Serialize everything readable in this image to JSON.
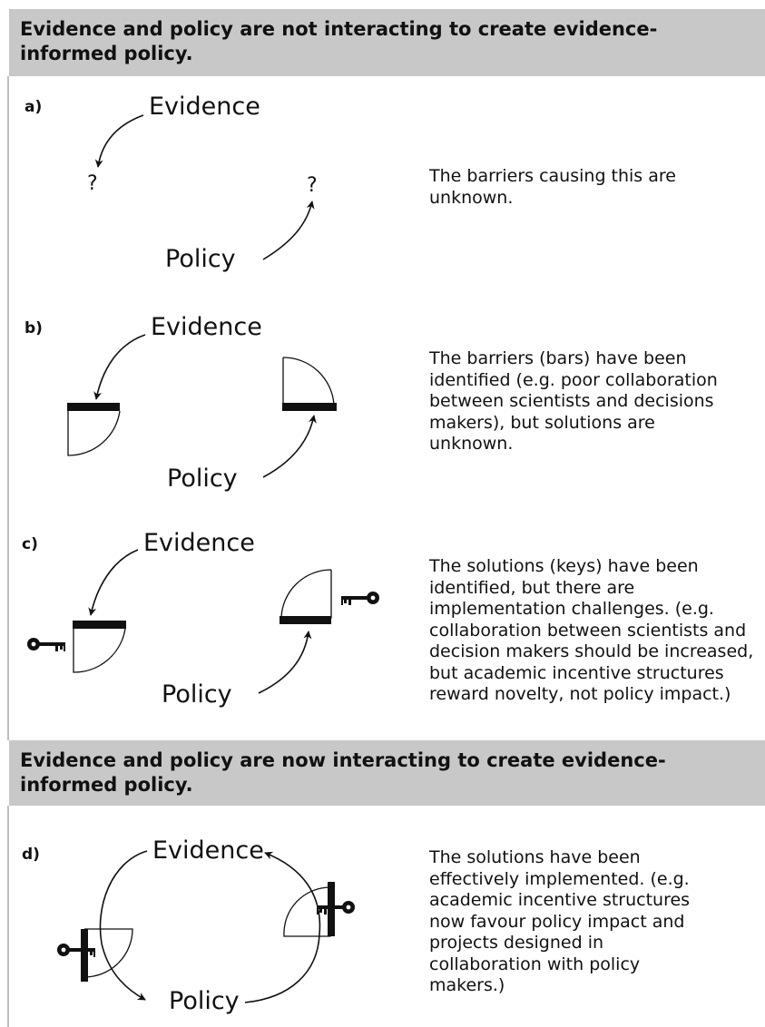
{
  "headers": {
    "top": "Evidence and policy are not interacting to create evidence-informed policy.",
    "bottom": "Evidence and policy are now interacting to create evidence-informed policy."
  },
  "panels": [
    {
      "label": "a)",
      "evidence": "Evidence",
      "policy": "Policy",
      "marks": [
        "?",
        "?"
      ],
      "description": "The barriers causing this are\nunknown."
    },
    {
      "label": "b)",
      "evidence": "Evidence",
      "policy": "Policy",
      "description": "The barriers (bars) have been\nidentified (e.g. poor collaboration\nbetween scientists and decisions\nmakers), but solutions are\nunknown."
    },
    {
      "label": "c)",
      "evidence": "Evidence",
      "policy": "Policy",
      "description": "The solutions (keys) have been\nidentified, but there are\nimplementation challenges. (e.g.\ncollaboration between scientists and\ndecision makers should be increased,\nbut academic incentive structures\nreward novelty, not policy impact.)"
    },
    {
      "label": "d)",
      "evidence": "Evidence",
      "policy": "Policy",
      "description": "The solutions have been\neffectively implemented. (e.g.\nacademic incentive structures\nnow favour policy impact and\nprojects designed in\ncollaboration with policy\nmakers.)"
    }
  ],
  "icons": [
    "curved-arrow-icon",
    "barrier-bar-icon",
    "door-quarter-circle-icon",
    "key-icon"
  ]
}
